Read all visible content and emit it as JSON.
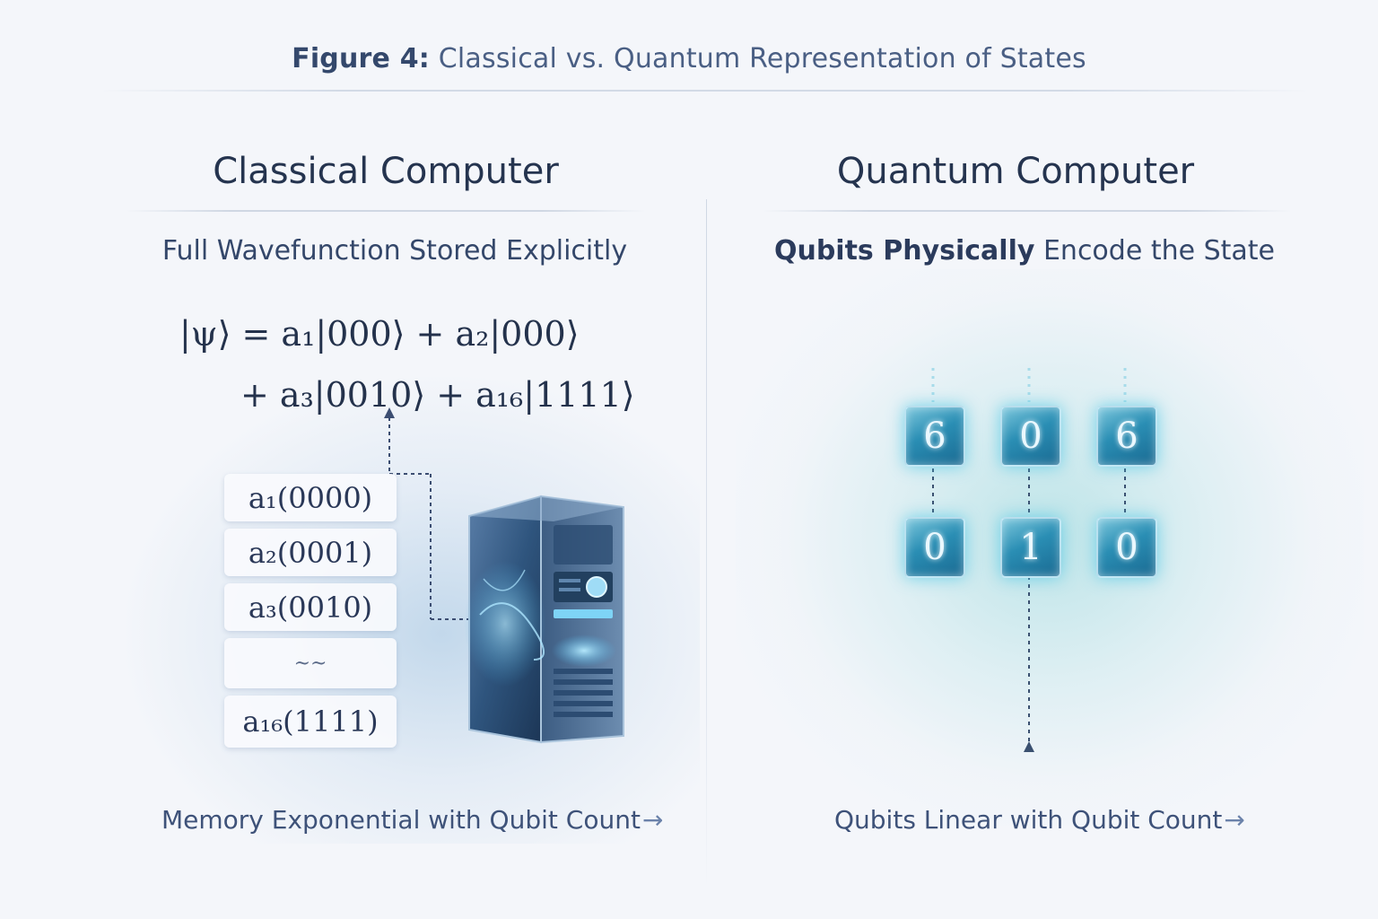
{
  "figure": {
    "label": "Figure 4:",
    "title": "Classical vs. Quantum Representation of States"
  },
  "classical": {
    "heading": "Classical Computer",
    "subtitle": "Full Wavefunction Stored Explicitly",
    "equation_line1": "|ψ⟩ = a₁|000⟩ + a₂|000⟩",
    "equation_line2": "+ a₃|0010⟩ + a₁₆|1111⟩",
    "memory_entries": [
      "a₁(0000)",
      "a₂(0001)",
      "a₃(0010)",
      "~~",
      "a₁₆(1111)"
    ],
    "footnote": "Memory Exponential with Qubit Count",
    "footnote_arrow": "→"
  },
  "quantum": {
    "heading": "Quantum Computer",
    "subtitle_bold": "Qubits Physically",
    "subtitle_rest": "Encode the State",
    "qubits_top": [
      "6",
      "0",
      "6"
    ],
    "qubits_bottom": [
      "0",
      "1",
      "0"
    ],
    "footnote": "Qubits Linear with Qubit Count",
    "footnote_arrow": "→"
  },
  "colors": {
    "background": "#f4f6fa",
    "heading": "#25344f",
    "accent_blue": "#3e5279",
    "qubit_glow": "#50c8e6"
  }
}
